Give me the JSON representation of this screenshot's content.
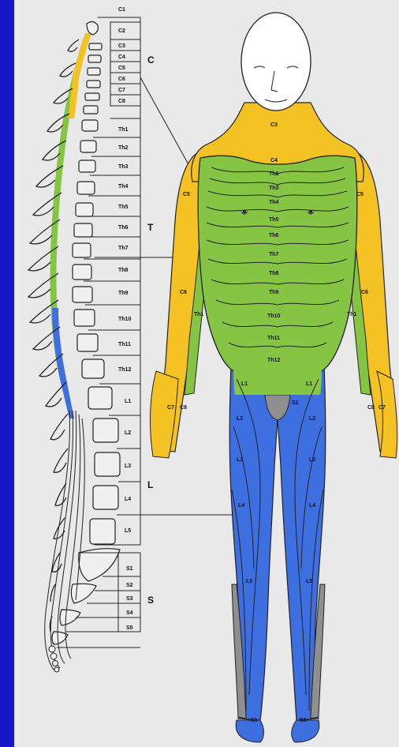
{
  "regions": {
    "cervical": "C",
    "thoracic": "T",
    "lumbar": "L",
    "sacral": "S"
  },
  "vertebrae": [
    "C1",
    "C2",
    "C3",
    "C4",
    "C5",
    "C6",
    "C7",
    "C8",
    "Th1",
    "Th2",
    "Th3",
    "Th4",
    "Th5",
    "Th6",
    "Th7",
    "Th8",
    "Th9",
    "Th10",
    "Th11",
    "Th12",
    "L1",
    "L2",
    "L3",
    "L4",
    "L5",
    "S1",
    "S2",
    "S3",
    "S4",
    "S5"
  ],
  "body_labels": {
    "c3": "C3",
    "c4": "C4",
    "th2": "Th2",
    "th3": "Th3",
    "th4": "Th4",
    "th5": "Th5",
    "th6": "Th6",
    "th7": "Th7",
    "th8": "Th8",
    "th9": "Th9",
    "th10": "Th10",
    "th11": "Th11",
    "th12": "Th12",
    "c5_left": "C5",
    "c5_right": "C5",
    "c6_left": "C6",
    "c6_right": "C6",
    "th1_left": "Th1",
    "th1_right": "Th1",
    "c7_left": "C7",
    "c8_left": "C8",
    "c8_right": "C8",
    "c7_right": "C7",
    "l1_left": "L1",
    "l1_right": "L1",
    "s2": "S2",
    "l2_left": "L2",
    "l2_right": "L2",
    "l3_left": "L3",
    "l3_right": "L3",
    "l4_left": "L4",
    "l4_right": "L4",
    "l5_left": "L5",
    "l5_right": "L5",
    "s1_left": "S1",
    "s1_right": "S1"
  },
  "colors": {
    "frame": "#1616c8",
    "background": "#e9e9e9",
    "cervical": "#f5c223",
    "thoracic": "#86c443",
    "lumbar": "#3d6fe0",
    "sacral": "#8f8f8f"
  }
}
